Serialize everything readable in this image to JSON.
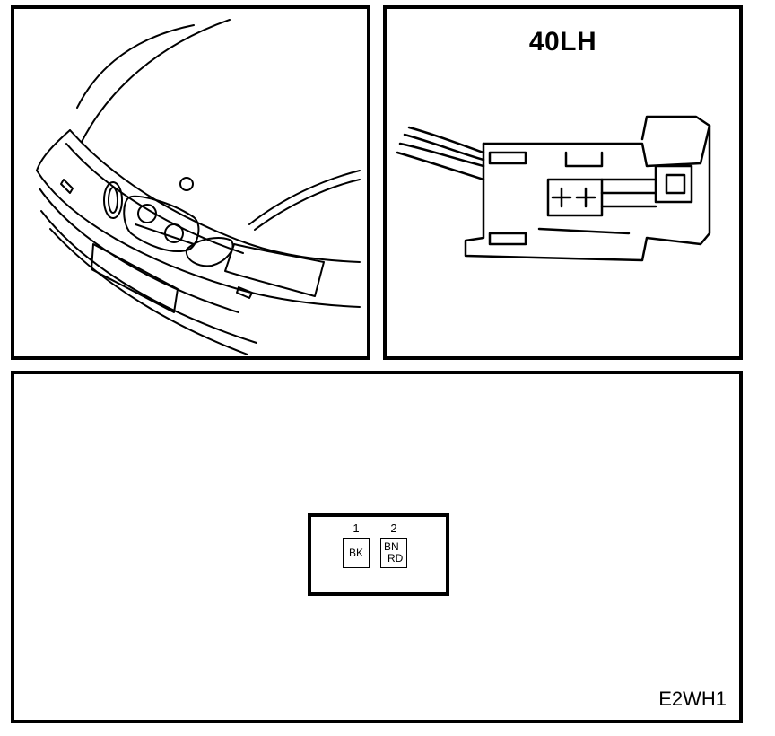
{
  "connector": {
    "title": "40LH"
  },
  "pins": [
    {
      "number": "1",
      "wire": [
        "BK"
      ]
    },
    {
      "number": "2",
      "wire": [
        "BN",
        "RD"
      ]
    }
  ],
  "diagram_code": "E2WH1",
  "colors": {
    "line": "#000000",
    "background": "#ffffff"
  }
}
